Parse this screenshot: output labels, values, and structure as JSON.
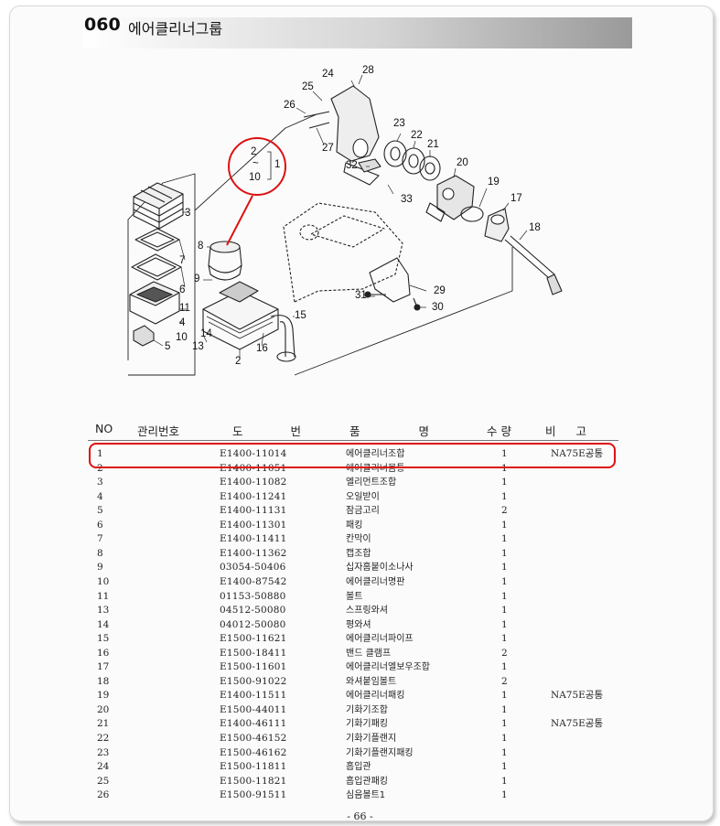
{
  "section": {
    "code": "060",
    "title": "에어클리너그룹"
  },
  "callout_group": {
    "top": "2",
    "tilde": "~",
    "bottom": "10",
    "side": "1"
  },
  "callouts": [
    "3",
    "7",
    "6",
    "11",
    "4",
    "10",
    "5",
    "8",
    "9",
    "13",
    "14",
    "2",
    "16",
    "15",
    "24",
    "28",
    "25",
    "26",
    "27",
    "23",
    "22",
    "21",
    "20",
    "32",
    "33",
    "19",
    "17",
    "18",
    "29",
    "31",
    "30"
  ],
  "table": {
    "headers": {
      "no": "NO",
      "mgmt": "관리번호",
      "drawing": "도 번",
      "name": "품 명",
      "qty": "수 량",
      "note": "비 고"
    },
    "rows": [
      {
        "no": "1",
        "code": "E1400-11014",
        "name": "에어클리너조합",
        "qty": "1",
        "note": "NA75E공통"
      },
      {
        "no": "2",
        "code": "E1400-11051",
        "name": "에어클리너몸통",
        "qty": "1",
        "note": ""
      },
      {
        "no": "3",
        "code": "E1400-11082",
        "name": "엘리먼트조합",
        "qty": "1",
        "note": ""
      },
      {
        "no": "4",
        "code": "E1400-11241",
        "name": "오일받이",
        "qty": "1",
        "note": ""
      },
      {
        "no": "5",
        "code": "E1400-11131",
        "name": "잠금고리",
        "qty": "2",
        "note": ""
      },
      {
        "no": "6",
        "code": "E1400-11301",
        "name": "패킹",
        "qty": "1",
        "note": ""
      },
      {
        "no": "7",
        "code": "E1400-11411",
        "name": "칸막이",
        "qty": "1",
        "note": ""
      },
      {
        "no": "8",
        "code": "E1400-11362",
        "name": "캡조합",
        "qty": "1",
        "note": ""
      },
      {
        "no": "9",
        "code": "03054-50406",
        "name": "십자홈붙이소나사",
        "qty": "1",
        "note": ""
      },
      {
        "no": "10",
        "code": "E1400-87542",
        "name": "에어클리너명판",
        "qty": "1",
        "note": ""
      },
      {
        "no": "11",
        "code": "01153-50880",
        "name": "볼트",
        "qty": "1",
        "note": ""
      },
      {
        "no": "13",
        "code": "04512-50080",
        "name": "스프링와셔",
        "qty": "1",
        "note": ""
      },
      {
        "no": "14",
        "code": "04012-50080",
        "name": "평와셔",
        "qty": "1",
        "note": ""
      },
      {
        "no": "15",
        "code": "E1500-11621",
        "name": "에어클리너파이프",
        "qty": "1",
        "note": ""
      },
      {
        "no": "16",
        "code": "E1500-18411",
        "name": "밴드 클램프",
        "qty": "2",
        "note": ""
      },
      {
        "no": "17",
        "code": "E1500-11601",
        "name": "에어클리너엘보우조합",
        "qty": "1",
        "note": ""
      },
      {
        "no": "18",
        "code": "E1500-91022",
        "name": "와셔붙임볼트",
        "qty": "2",
        "note": ""
      },
      {
        "no": "19",
        "code": "E1400-11511",
        "name": "에어클리너패킹",
        "qty": "1",
        "note": "NA75E공통"
      },
      {
        "no": "20",
        "code": "E1500-44011",
        "name": "기화기조합",
        "qty": "1",
        "note": ""
      },
      {
        "no": "21",
        "code": "E1400-46111",
        "name": "기화기패킹",
        "qty": "1",
        "note": "NA75E공통"
      },
      {
        "no": "22",
        "code": "E1500-46152",
        "name": "기화기플랜지",
        "qty": "1",
        "note": ""
      },
      {
        "no": "23",
        "code": "E1500-46162",
        "name": "기화기플랜지패킹",
        "qty": "1",
        "note": ""
      },
      {
        "no": "24",
        "code": "E1500-11811",
        "name": "흡입관",
        "qty": "1",
        "note": ""
      },
      {
        "no": "25",
        "code": "E1500-11821",
        "name": "흡입관패킹",
        "qty": "1",
        "note": ""
      },
      {
        "no": "26",
        "code": "E1500-91511",
        "name": "심음볼트1",
        "qty": "1",
        "note": ""
      }
    ]
  },
  "page_number": "- 66 -",
  "colors": {
    "highlight": "#dd1111",
    "ink": "#222222"
  }
}
